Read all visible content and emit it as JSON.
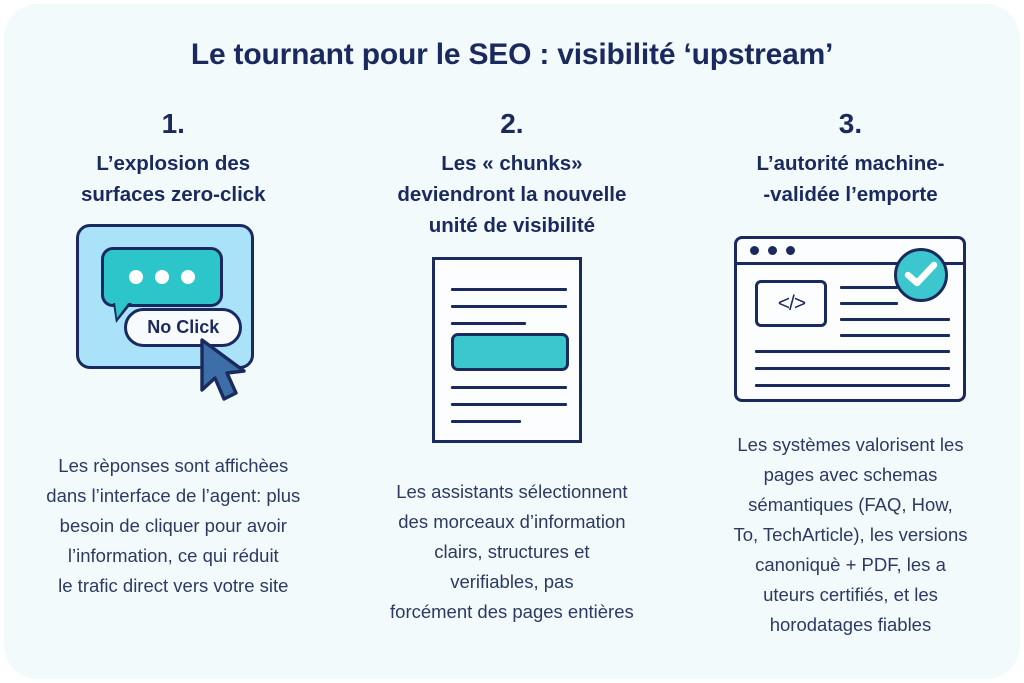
{
  "title": "Le tournant pour le SEO : visibilité ‘upstream’",
  "colors": {
    "background": "#ffffff",
    "card": "#f2fafc",
    "navy": "#1b2a5e",
    "body_text": "#2c3a63",
    "teal": "#2cc5c9",
    "light_blue": "#a9e2f9",
    "cursor_blue": "#3d6ea8"
  },
  "columns": [
    {
      "number": "1.",
      "heading": "L’explosion des\nsurfaces zero-click",
      "body": "Les rèponses sont affichèes\ndans l’interface de l’agent: plus\nbesoin de cliquer pour avoir\nl’information, ce qui réduit\nle trafic direct vers votre site",
      "art": {
        "type": "zero-click-panel",
        "bubble_dots": 3,
        "button_label": "No Click",
        "cursor": "arrow-cursor"
      }
    },
    {
      "number": "2.",
      "heading": "Les « chunks»\ndeviendront la nouvelle\nunité de visibilité",
      "body": "Les assistants sélectionnent\ndes morceaux d’information\nclairs, structures et\nverifiables, pas\nforcément des pages entières",
      "art": {
        "type": "document-chunk",
        "lines_above": 3,
        "lines_below": 3,
        "highlight": "chunk-highlight"
      }
    },
    {
      "number": "3.",
      "heading": "L’autorité machine-\n-validée l’emporte",
      "body": "Les systèmes valorisent les\npages avec schemas\nsémantiques (FAQ, How,\nTo, TechArticle), les versions\ncanoniquè + PDF, les a\nuteurs certifiés, et les\nhorodatages fiables",
      "art": {
        "type": "browser-validated",
        "window_dots": 3,
        "code_glyph": "</>",
        "badge": "check-badge"
      }
    }
  ]
}
